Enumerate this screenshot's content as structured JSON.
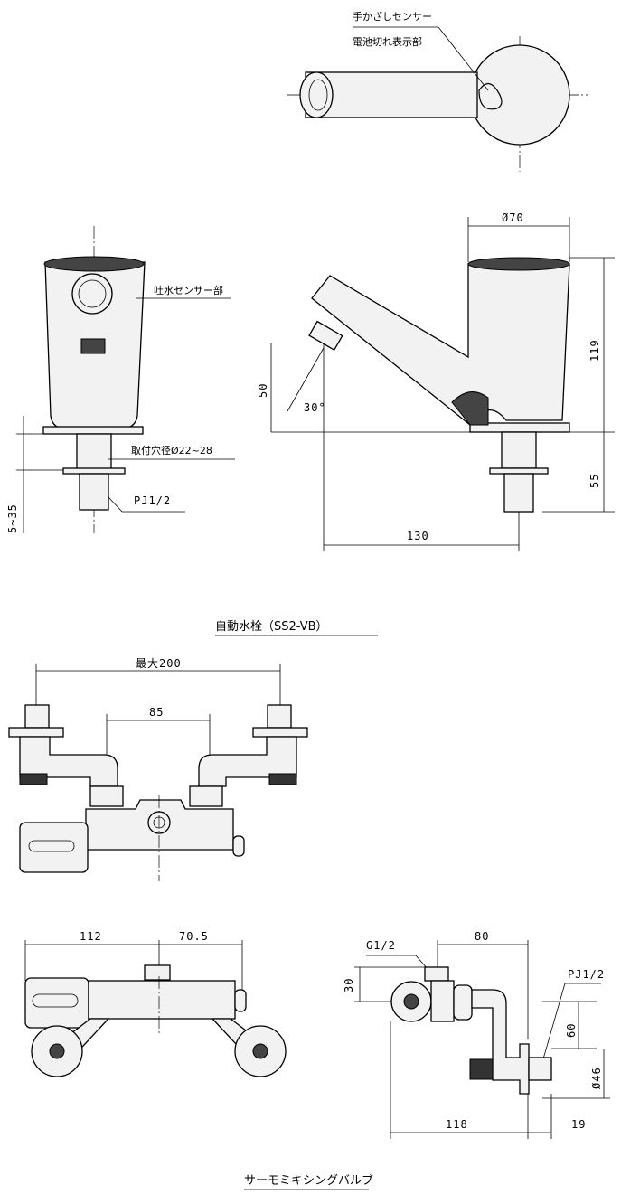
{
  "faucet": {
    "caption": "自動水栓（SS2-VB）",
    "labels": {
      "hand_sensor": "手かざしセンサー",
      "battery_indicator": "電池切れ表示部",
      "spout_sensor": "吐水センサー部",
      "mount_hole": "取付穴径Ø22~28",
      "pipe_thread": "PJ1/2"
    },
    "dimensions": {
      "counter_thickness": "5~35",
      "spout_height": "50",
      "spout_angle": "30°",
      "body_diameter": "Ø70",
      "body_height": "119",
      "shank_length": "55",
      "reach": "130"
    }
  },
  "valve": {
    "caption": "サーモミキシングバルブ",
    "labels": {
      "inlet_thread": "G1/2",
      "pipe_thread": "PJ1/2"
    },
    "dimensions": {
      "max_width": "最大200",
      "inlet_spacing": "85",
      "left_length": "112",
      "right_length": "70.5",
      "side_depth": "80",
      "side_top": "30",
      "side_drop": "60",
      "flange_diameter": "Ø46",
      "side_total": "118",
      "flange_offset": "19"
    }
  }
}
